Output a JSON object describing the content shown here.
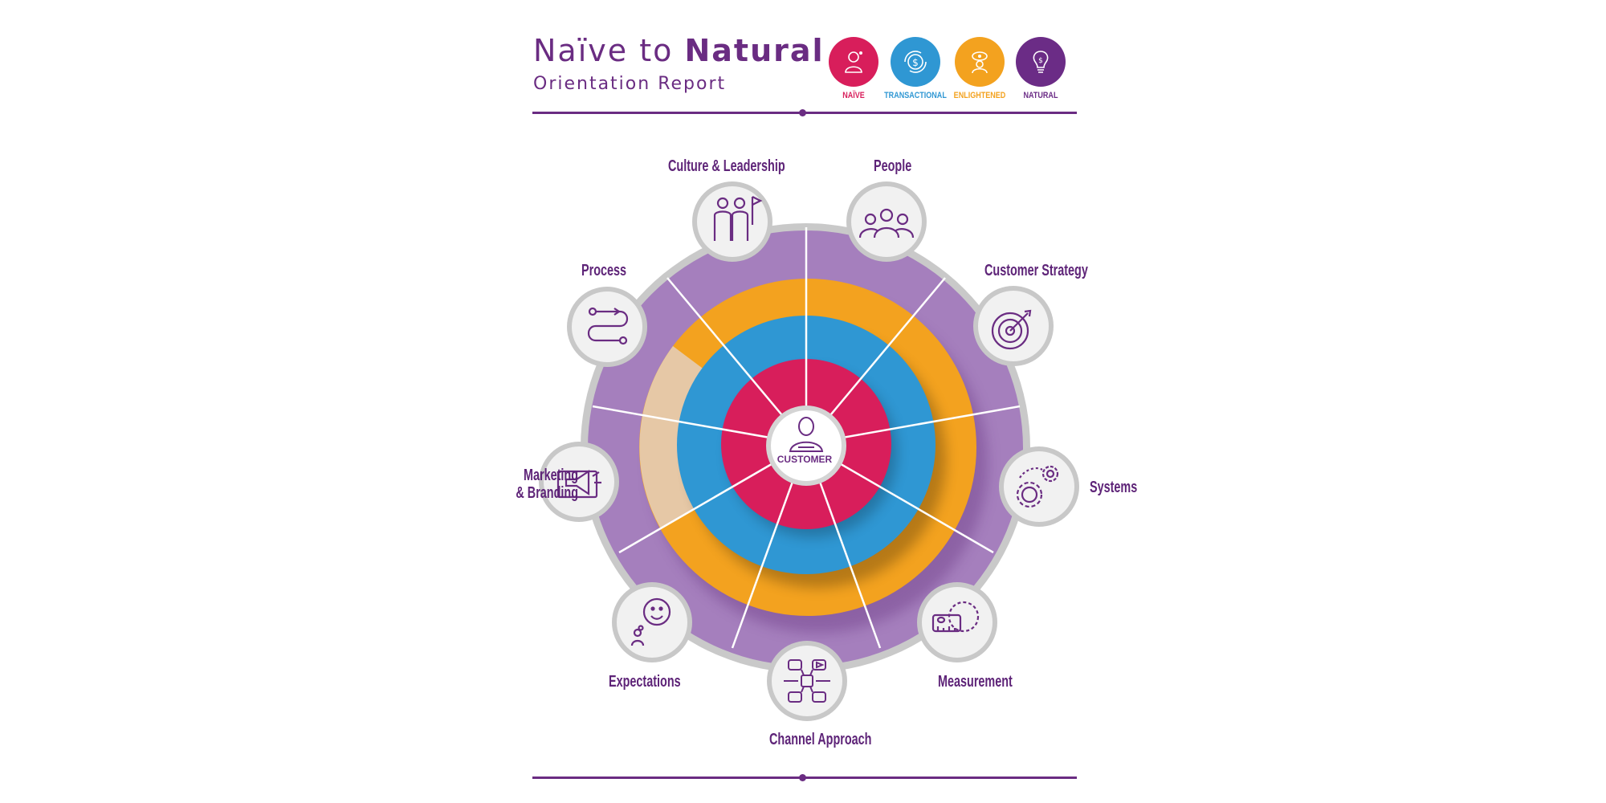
{
  "header": {
    "title_light": "Naïve to ",
    "title_bold": "Natural",
    "subtitle": "Orientation Report"
  },
  "legend": [
    {
      "label": "NAÏVE",
      "color": "#d81e5b",
      "icon": "person-thinking-icon"
    },
    {
      "label": "TRANSACTIONAL",
      "color": "#2f97d3",
      "icon": "dollar-cycle-icon"
    },
    {
      "label": "ENLIGHTENED",
      "color": "#f3a21f",
      "icon": "enlightened-person-icon"
    },
    {
      "label": "NATURAL",
      "color": "#6b2c86",
      "icon": "lightbulb-icon"
    }
  ],
  "rings": {
    "outer": "#a57fbd",
    "enlightened": "#f3a21f",
    "enlightened_faded": "#e6c8a6",
    "transactional": "#2f97d3",
    "naive": "#d81e5b",
    "frame": "#c9c9c9"
  },
  "center": {
    "label": "CUSTOMER",
    "icon": "customer-icon"
  },
  "categories": [
    {
      "label": "Culture & Leadership",
      "icon": "team-flag-icon"
    },
    {
      "label": "People",
      "icon": "people-group-icon"
    },
    {
      "label": "Customer Strategy",
      "icon": "target-icon"
    },
    {
      "label": "Systems",
      "icon": "gears-icon"
    },
    {
      "label": "Measurement",
      "icon": "tape-measure-icon"
    },
    {
      "label": "Channel Approach",
      "icon": "channels-icon"
    },
    {
      "label": "Expectations",
      "icon": "smiley-thought-icon"
    },
    {
      "label": "Marketing",
      "label2": "& Branding",
      "icon": "megaphone-icon"
    },
    {
      "label": "Process",
      "icon": "process-path-icon"
    }
  ]
}
